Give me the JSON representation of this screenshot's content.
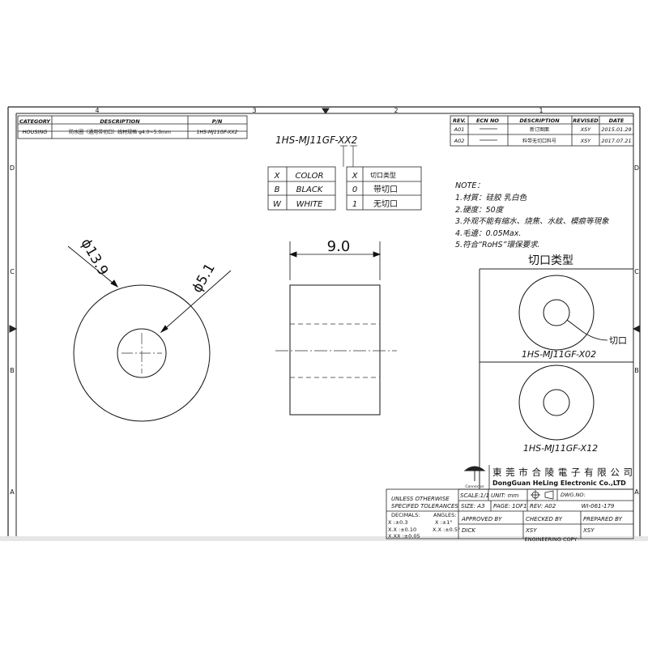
{
  "zones": {
    "top": [
      "4",
      "3",
      "2",
      "1"
    ],
    "left": [
      "D",
      "C",
      "B",
      "A"
    ],
    "right": [
      "D",
      "C",
      "B",
      "A"
    ]
  },
  "header": {
    "col_category": "CATEGORY",
    "col_description": "DESCRIPTION",
    "col_pn": "P/N",
    "category": "HOUSING",
    "description": "防水圈（通用带切口）线材规格 φ4.0~5.0mm",
    "pn": "1HS-MJ11GF-XX2"
  },
  "revisions": {
    "headers": [
      "REV.",
      "ECN NO",
      "DESCRIPTION",
      "REVISED",
      "DATE"
    ],
    "rows": [
      {
        "rev": "A01",
        "ecn": "",
        "desc": "新订图面",
        "revised": "XSY",
        "date": "2015.01.29"
      },
      {
        "rev": "A02",
        "ecn": "",
        "desc": "料带无切口料号",
        "revised": "XSY",
        "date": "2017.07.21"
      }
    ]
  },
  "part_code": "1HS-MJ11GF-XX2",
  "options": {
    "color_rows": [
      {
        "code": "X",
        "label": "COLOR"
      },
      {
        "code": "B",
        "label": "BLACK"
      },
      {
        "code": "W",
        "label": "WHITE"
      }
    ],
    "cut_rows": [
      {
        "code": "X",
        "label": "切口类型"
      },
      {
        "code": "0",
        "label": "带切口"
      },
      {
        "code": "1",
        "label": "无切口"
      }
    ]
  },
  "dimensions": {
    "outer": "ϕ13.9",
    "inner": "ϕ5.1",
    "length": "9.0"
  },
  "notes": [
    "NOTE：",
    "1.材質：硅胶   乳白色",
    "2.硬度：50度",
    "3.外观不能有缩水、烧焦、水紋、模痕等現象",
    "4.毛邊：0.05Max.",
    "5.符合“RoHS”環保要求."
  ],
  "cut_type": {
    "title": "切口类型",
    "callout": "切口",
    "part1": "1HS-MJ11GF-X02",
    "part2": "1HS-MJ11GF-X12"
  },
  "title_block": {
    "company_cn": "東 莞 市 合 陵 電 子 有 限 公 司",
    "company_en": "DongGuan HeLing Electronic Co.,LTD",
    "logo_text": "Connector",
    "tolerance_title_1": "UNLESS OTHERWISE",
    "tolerance_title_2": "SPECIFED TOLERANCES",
    "decimals": "DECIMALS:",
    "angles": "ANGLES:",
    "tol_x": "X   :±0.3",
    "tol_xx": "X.X  :±0.10",
    "tol_xxx": "X.XX  :±0.05",
    "ang_x": "X  :±1°",
    "ang_xx": "X.X :±0.5°",
    "scale": "SCALE:1/1",
    "unit": "UNIT: mm",
    "dwg_no_label": "DWG.NO:",
    "dwg_no": "WI-061-179",
    "size": "SIZE: A3",
    "page": "PAGE: 1OF1",
    "rev": "REV: A02",
    "approved_by": "APPROVED BY",
    "checked_by": "CHECKED BY",
    "prepared_by": "PREPARED BY",
    "approved": "DICK",
    "checked": "XSY",
    "prepared": "XSY",
    "footer": "ENGINEERING COPY"
  }
}
